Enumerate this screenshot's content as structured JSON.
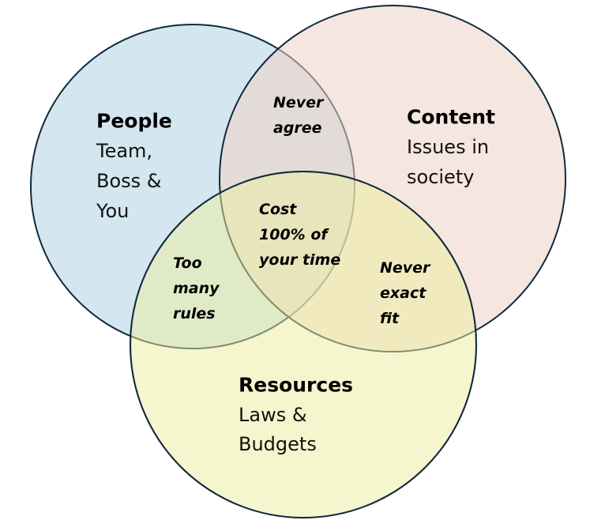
{
  "colors": {
    "people": "#b9d7e6",
    "content": "#ecd2c4",
    "resources": "#eded9e",
    "stroke": "#0f2a3c"
  },
  "sets": {
    "people": {
      "title": "People",
      "lines": [
        "Team,",
        "Boss &",
        "You"
      ]
    },
    "content": {
      "title": "Content",
      "lines": [
        "Issues in",
        "society"
      ]
    },
    "resources": {
      "title": "Resources",
      "lines": [
        "Laws &",
        "Budgets"
      ]
    }
  },
  "overlaps": {
    "people_content": [
      "Never",
      "agree"
    ],
    "all": [
      "Cost",
      "100% of",
      "your time"
    ],
    "people_resources": [
      "Too",
      "many",
      "rules"
    ],
    "content_resources": [
      "Never",
      "exact",
      "fit"
    ]
  }
}
